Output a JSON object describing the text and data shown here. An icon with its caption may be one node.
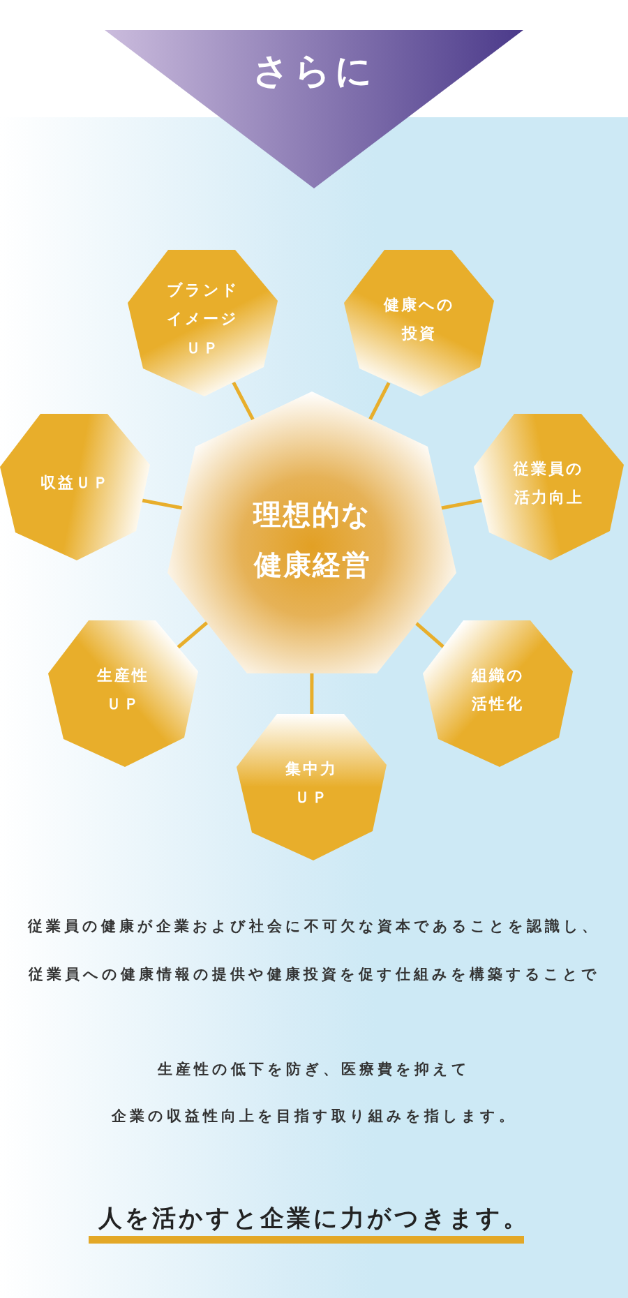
{
  "diagram": {
    "nodes": [
      {
        "text": [
          "さらに"
        ]
      },
      {
        "text": [
          "理想的な",
          "健康経営"
        ]
      },
      {
        "text": [
          "ブランド",
          "イメージ",
          "ＵＰ"
        ]
      },
      {
        "text": [
          "健康への",
          "投資"
        ]
      },
      {
        "text": [
          "従業員の",
          "活力向上"
        ]
      },
      {
        "text": [
          "組織の",
          "活性化"
        ]
      },
      {
        "text": [
          "集中力",
          "ＵＰ"
        ]
      },
      {
        "text": [
          "生産性",
          "ＵＰ"
        ]
      },
      {
        "text": [
          "収益ＵＰ"
        ]
      }
    ],
    "edges": [
      {
        "from": 1,
        "to": 2,
        "arrow": "none"
      },
      {
        "from": 1,
        "to": 3,
        "arrow": "none"
      },
      {
        "from": 1,
        "to": 4,
        "arrow": "none"
      },
      {
        "from": 1,
        "to": 5,
        "arrow": "none"
      },
      {
        "from": 1,
        "to": 6,
        "arrow": "none"
      },
      {
        "from": 1,
        "to": 7,
        "arrow": "none"
      },
      {
        "from": 1,
        "to": 8,
        "arrow": "none"
      }
    ],
    "labels": [
      "従業員の健康が企業および社会に不可欠な資本であることを認識し、",
      "従業員への健康情報の提供や健康投資を促す仕組みを構築することで",
      "生産性の低下を防ぎ、医療費を抑えて",
      "企業の収益性向上を目指す取り組みを指します。",
      "人を活かすと企業に力がつきます。"
    ]
  }
}
